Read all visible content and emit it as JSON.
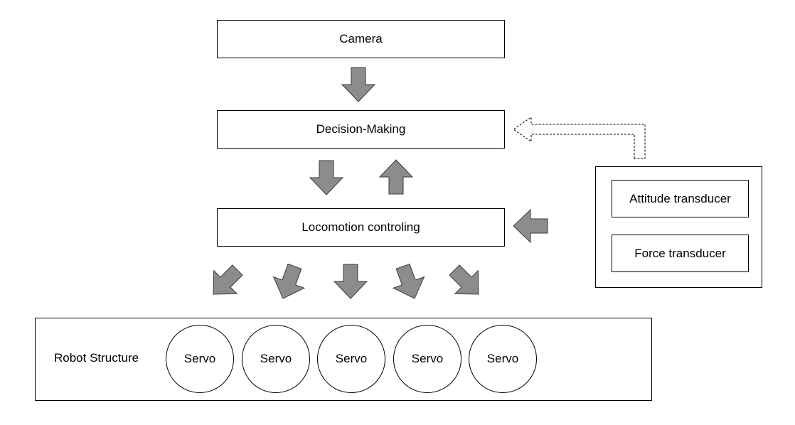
{
  "nodes": {
    "camera": "Camera",
    "decision": "Decision-Making",
    "locomotion": "Locomotion controling",
    "attitude": "Attitude transducer",
    "force": "Force transducer",
    "robot_structure": "Robot Structure",
    "servos": [
      "Servo",
      "Servo",
      "Servo",
      "Servo",
      "Servo"
    ]
  },
  "colors": {
    "arrow_fill": "#8c8c8c",
    "arrow_stroke": "#3a3a3a",
    "border": "#000000"
  },
  "edges": [
    {
      "from": "camera",
      "to": "decision",
      "style": "solid"
    },
    {
      "from": "decision",
      "to": "locomotion",
      "style": "solid"
    },
    {
      "from": "locomotion",
      "to": "decision",
      "style": "solid"
    },
    {
      "from": "sensors",
      "to": "locomotion",
      "style": "solid"
    },
    {
      "from": "sensors",
      "to": "decision",
      "style": "dashed"
    },
    {
      "from": "locomotion",
      "to": "servos",
      "style": "solid",
      "count": 5
    }
  ]
}
